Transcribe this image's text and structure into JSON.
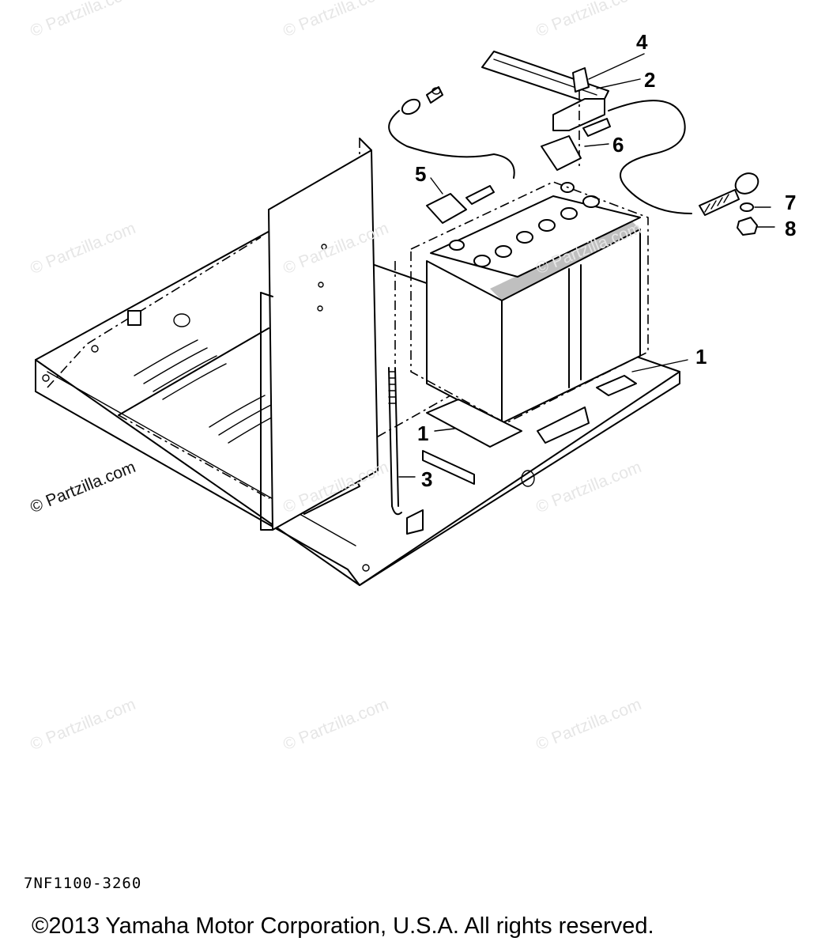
{
  "watermark_text": "© Partzilla.com",
  "callouts": [
    {
      "id": "1a",
      "label": "1"
    },
    {
      "id": "1b",
      "label": "1"
    },
    {
      "id": "2",
      "label": "2"
    },
    {
      "id": "3",
      "label": "3"
    },
    {
      "id": "4",
      "label": "4"
    },
    {
      "id": "5",
      "label": "5"
    },
    {
      "id": "6",
      "label": "6"
    },
    {
      "id": "7",
      "label": "7"
    },
    {
      "id": "8",
      "label": "8"
    }
  ],
  "diagram_code": "7NF1100-3260",
  "copyright": "©2013 Yamaha Motor Corporation, U.S.A. All rights reserved."
}
